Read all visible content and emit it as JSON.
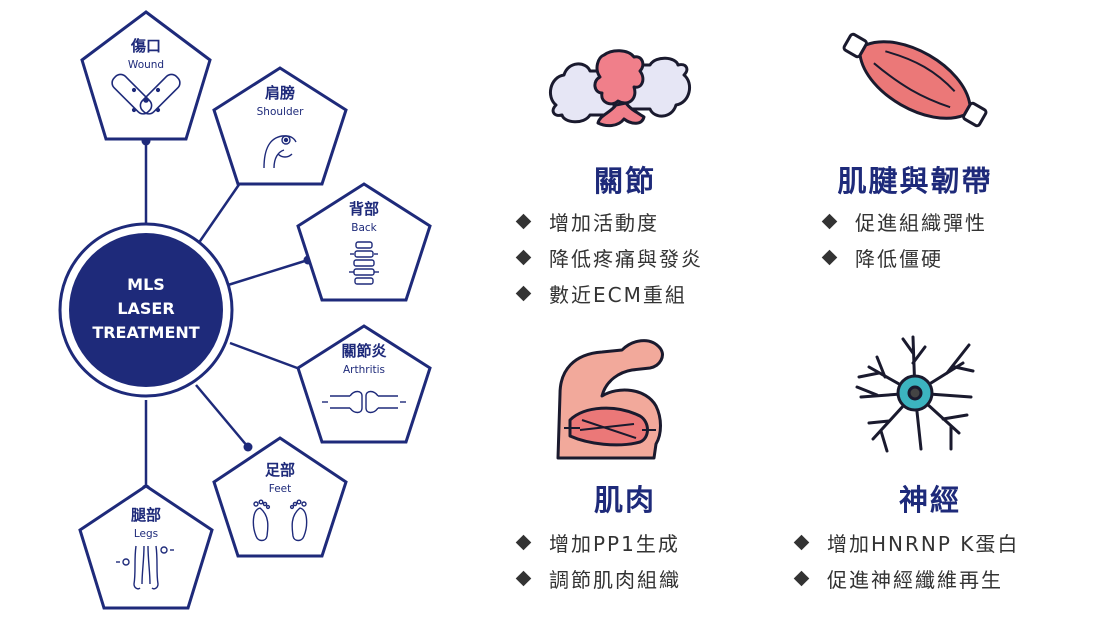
{
  "center": {
    "lines": [
      "MLS",
      "LASER",
      "TREATMENT"
    ]
  },
  "body_areas": [
    {
      "zh": "傷口",
      "en": "Wound",
      "icon": "bandage-icon"
    },
    {
      "zh": "肩膀",
      "en": "Shoulder",
      "icon": "shoulder-icon"
    },
    {
      "zh": "背部",
      "en": "Back",
      "icon": "spine-icon"
    },
    {
      "zh": "關節炎",
      "en": "Arthritis",
      "icon": "joint-icon"
    },
    {
      "zh": "足部",
      "en": "Feet",
      "icon": "feet-icon"
    },
    {
      "zh": "腿部",
      "en": "Legs",
      "icon": "legs-icon"
    }
  ],
  "benefits": [
    {
      "title": "關節",
      "icon": "joint-bone-icon",
      "items": [
        "增加活動度",
        "降低疼痛與發炎",
        "數近ECM重組"
      ]
    },
    {
      "title": "肌腱與韌帶",
      "icon": "muscle-tendon-icon",
      "items": [
        "促進組織彈性",
        "降低僵硬"
      ]
    },
    {
      "title": "肌肉",
      "icon": "flexed-arm-icon",
      "items": [
        "增加PP1生成",
        "調節肌肉組織"
      ]
    },
    {
      "title": "神經",
      "icon": "neuron-icon",
      "items": [
        "增加HNRNP K蛋白",
        "促進神經纖維再生"
      ]
    }
  ],
  "colors": {
    "navy": "#1e2a7a",
    "text": "#333333",
    "joint_bone": "#e6e6f5",
    "joint_cartilage": "#f07f8a",
    "muscle": "#eb7878",
    "skin": "#f2a99b",
    "neuron_core": "#3cb4c0"
  }
}
